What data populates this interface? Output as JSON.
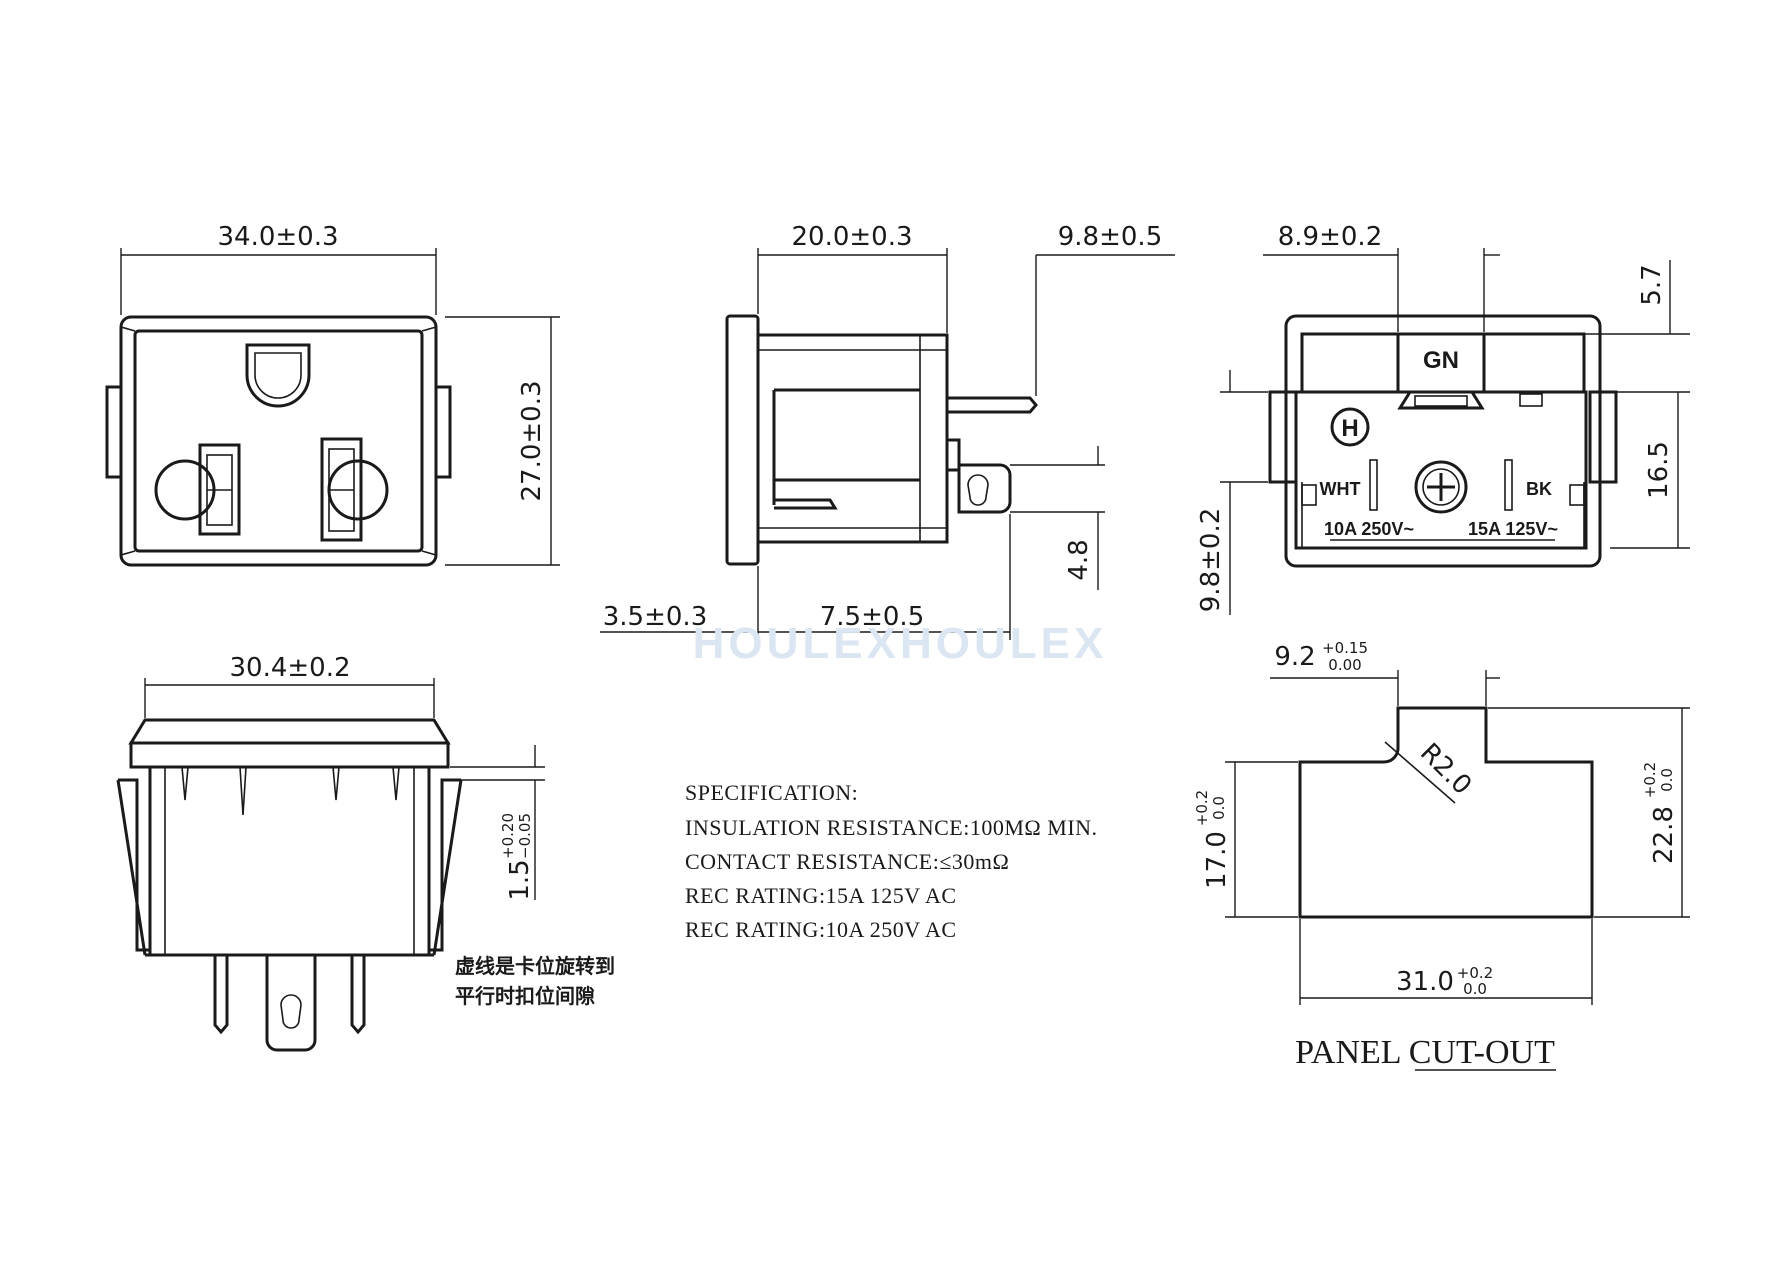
{
  "dimensions": {
    "front_width": "34.0±0.3",
    "front_height": "27.0±0.3",
    "side_depth": "20.0±0.3",
    "terminal_length": "9.8±0.5",
    "flange_thickness": "3.5±0.3",
    "terminal_offset": "7.5±0.5",
    "terminal_width": "4.8",
    "rear_gn_offset": "8.9±0.2",
    "rear_top": "5.7",
    "rear_height": "16.5",
    "rear_lower": "9.8±0.2",
    "bottom_width": "30.4±0.2",
    "latch_gap": "1.5",
    "latch_gap_tol_upper": "+0.20",
    "latch_gap_tol_lower": "−0.05"
  },
  "rear_labels": {
    "ground": "GN",
    "neutral": "WHT",
    "hot": "BK",
    "mark": "H",
    "rating_left": "10A 250V~",
    "rating_right": "15A 125V~"
  },
  "specification": {
    "title": "SPECIFICATION:",
    "lines": [
      "INSULATION RESISTANCE:100MΩ  MIN.",
      "CONTACT RESISTANCE:≤30mΩ",
      "REC  RATING:15A 125V AC",
      "REC  RATING:10A 250V AC"
    ]
  },
  "note_cn": [
    "虚线是卡位旋转到",
    "平行时扣位间隙"
  ],
  "cutout": {
    "title": "PANEL CUT-OUT",
    "notch_width": "9.2",
    "notch_tol_upper": "+0.15",
    "notch_tol_lower": "0.00",
    "radius": "R2.0",
    "body_height": "17.0",
    "body_height_tol_upper": "+0.2",
    "body_height_tol_lower": "0.0",
    "total_height": "22.8",
    "total_height_tol_upper": "+0.2",
    "total_height_tol_lower": "0.0",
    "width": "31.0",
    "width_tol_upper": "+0.2",
    "width_tol_lower": "0.0"
  },
  "watermark": "HOULEXHOULEX"
}
